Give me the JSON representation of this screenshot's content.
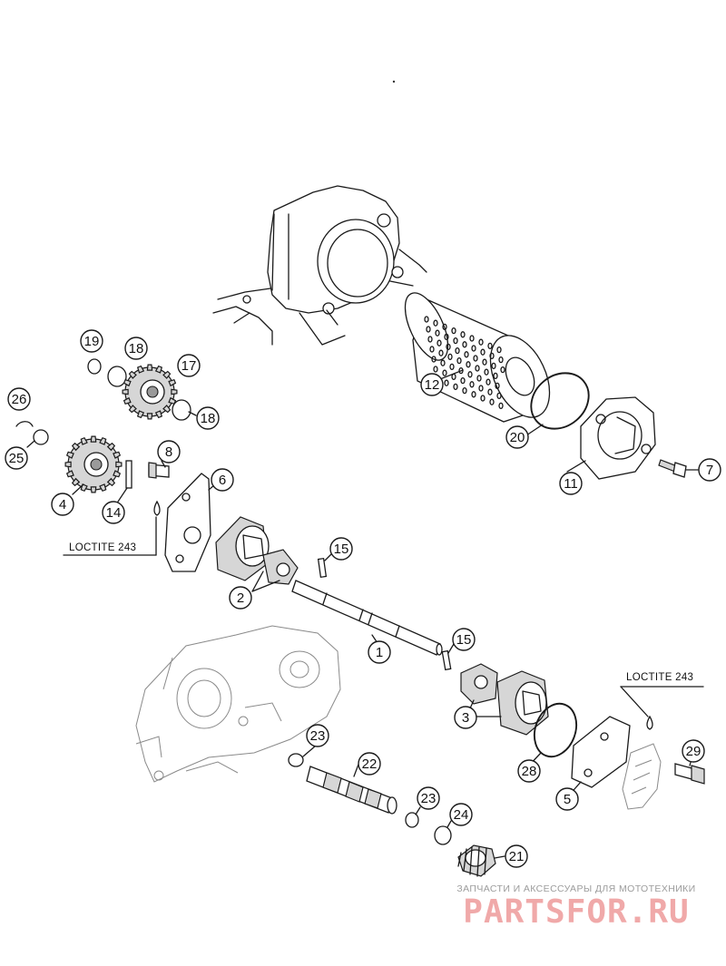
{
  "diagram": {
    "callouts": [
      {
        "id": "c1",
        "label": "1"
      },
      {
        "id": "c2",
        "label": "2"
      },
      {
        "id": "c3",
        "label": "3"
      },
      {
        "id": "c4",
        "label": "4"
      },
      {
        "id": "c5",
        "label": "5"
      },
      {
        "id": "c6",
        "label": "6"
      },
      {
        "id": "c7",
        "label": "7"
      },
      {
        "id": "c8",
        "label": "8"
      },
      {
        "id": "c11",
        "label": "11"
      },
      {
        "id": "c12",
        "label": "12"
      },
      {
        "id": "c14",
        "label": "14"
      },
      {
        "id": "c15a",
        "label": "15"
      },
      {
        "id": "c15b",
        "label": "15"
      },
      {
        "id": "c17",
        "label": "17"
      },
      {
        "id": "c18a",
        "label": "18"
      },
      {
        "id": "c18b",
        "label": "18"
      },
      {
        "id": "c19",
        "label": "19"
      },
      {
        "id": "c20",
        "label": "20"
      },
      {
        "id": "c21",
        "label": "21"
      },
      {
        "id": "c22",
        "label": "22"
      },
      {
        "id": "c23a",
        "label": "23"
      },
      {
        "id": "c23b",
        "label": "23"
      },
      {
        "id": "c24",
        "label": "24"
      },
      {
        "id": "c25",
        "label": "25"
      },
      {
        "id": "c26",
        "label": "26"
      },
      {
        "id": "c28",
        "label": "28"
      },
      {
        "id": "c29",
        "label": "29"
      }
    ],
    "notes": {
      "loctite_left": "LOCTITE 243",
      "loctite_right": "LOCTITE 243"
    }
  },
  "watermark": {
    "tagline": "ЗАПЧАСТИ И АКСЕССУАРЫ ДЛЯ МОТОТЕХНИКИ",
    "brand": "PARTSFOR.RU",
    "color": "#f0a9a9"
  }
}
